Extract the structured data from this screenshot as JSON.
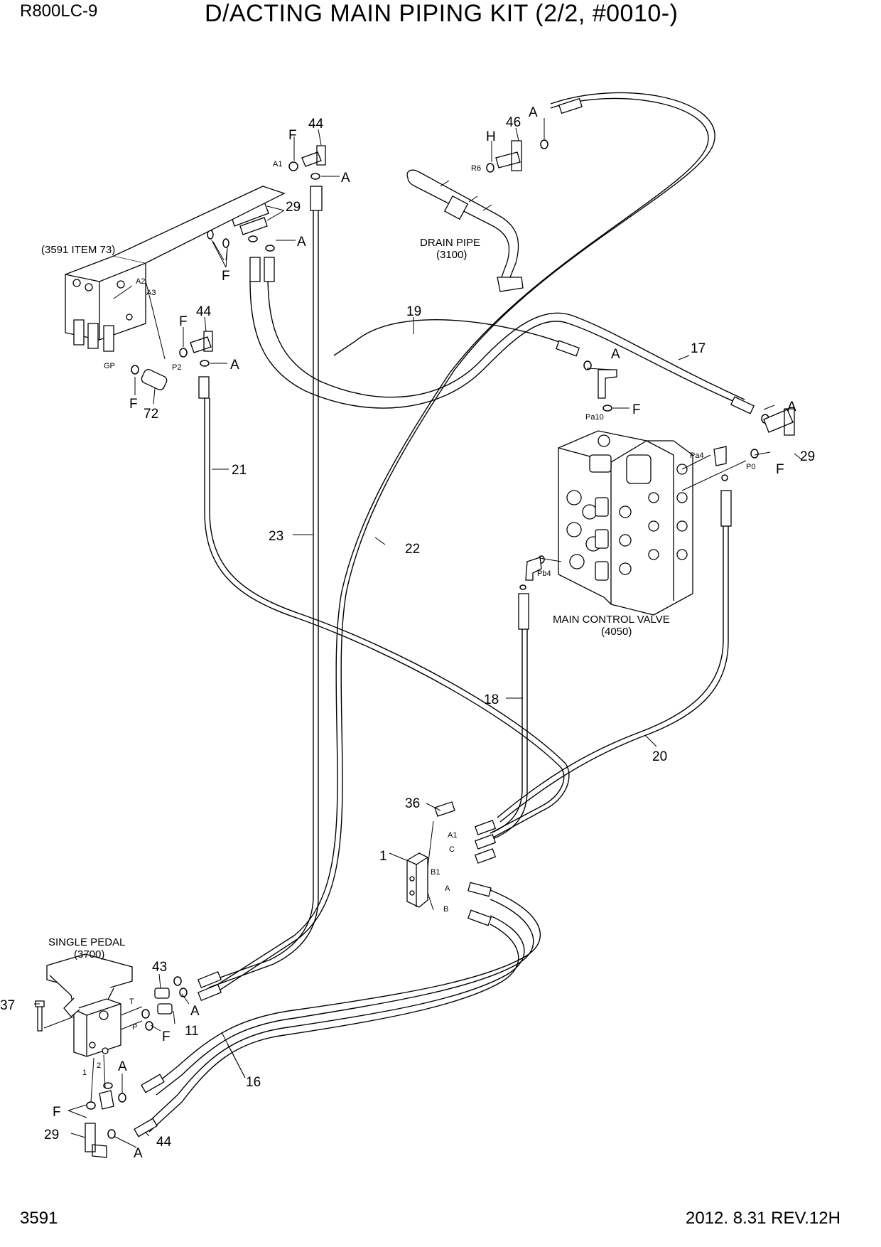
{
  "header": {
    "model": "R800LC-9",
    "title": "D/ACTING MAIN PIPING KIT (2/2, #0010-)"
  },
  "footer": {
    "page_number": "3591",
    "revision": "2012. 8.31  REV.12H"
  },
  "components": {
    "block_ref": "(3591 ITEM 73)",
    "drain_pipe": "DRAIN PIPE",
    "drain_pipe_ref": "(3100)",
    "mcv": "MAIN CONTROL VALVE",
    "mcv_ref": "(4050)",
    "pedal": "SINGLE PEDAL",
    "pedal_ref": "(3700)"
  },
  "callouts": {
    "c44a": "44",
    "cFa1": "F",
    "cAa": "A",
    "c29a": "29",
    "cAb": "A",
    "cFb": "F",
    "c46": "46",
    "cH": "H",
    "cAtop": "A",
    "c44b": "44",
    "cFc": "F",
    "cAc": "A",
    "cFgp": "F",
    "c72": "72",
    "c19": "19",
    "cAd": "A",
    "c17": "17",
    "cAe": "A",
    "cFpa10": "F",
    "c29b": "29",
    "cFp0": "F",
    "c21": "21",
    "c23": "23",
    "c22": "22",
    "c18": "18",
    "c20": "20",
    "c36": "36",
    "c1": "1",
    "c43": "43",
    "cAf": "A",
    "c11": "11",
    "cFd": "F",
    "c37": "37",
    "c16": "16",
    "cAg": "A",
    "cFe": "F",
    "c29c": "29",
    "c44c": "44",
    "cAh": "A"
  },
  "ports": {
    "A1": "A1",
    "A2": "A2",
    "A3": "A3",
    "GP": "GP",
    "P2": "P2",
    "R6": "R6",
    "Pa10": "Pa10",
    "Pa4": "Pa4",
    "P0": "P0",
    "Pb4": "Pb4",
    "jA1": "A1",
    "jC": "C",
    "jB1": "B1",
    "jA": "A",
    "jB": "B",
    "pT": "T",
    "pP": "P",
    "p1": "1",
    "p2": "2"
  }
}
